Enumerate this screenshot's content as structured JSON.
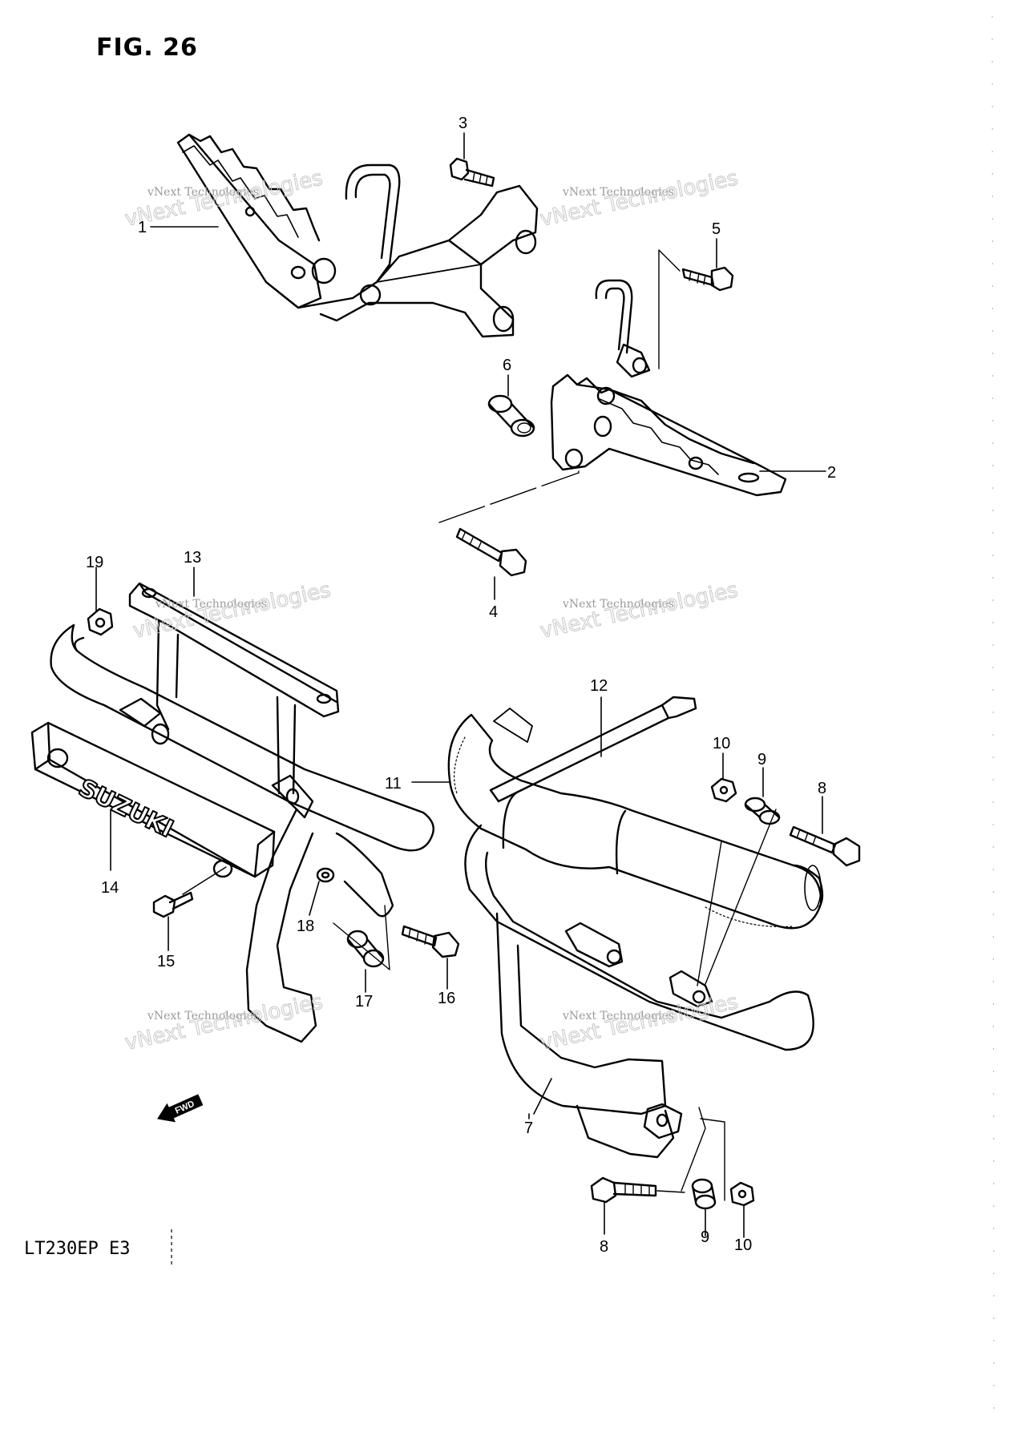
{
  "figure": {
    "title": "FIG. 26"
  },
  "model": {
    "code": "LT230EP  E3"
  },
  "watermark": {
    "line1": "vNext Technologies",
    "line2": "vNext Technologies"
  },
  "fwd_label": "FWD",
  "muffler_cover_logo": "SUZUKI",
  "callouts": {
    "n1": "1",
    "n2": "2",
    "n3": "3",
    "n4": "4",
    "n5": "5",
    "n6": "6",
    "n7": "7",
    "n8a": "8",
    "n8b": "8",
    "n9a": "9",
    "n9b": "9",
    "n10a": "10",
    "n10b": "10",
    "n11": "11",
    "n12": "12",
    "n13": "13",
    "n14": "14",
    "n15": "15",
    "n16": "16",
    "n17": "17",
    "n18": "18",
    "n19": "19"
  }
}
